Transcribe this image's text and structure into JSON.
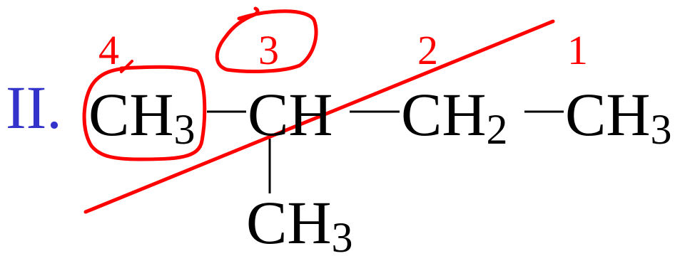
{
  "label": "II.",
  "chain": [
    {
      "main": "CH",
      "sub": "3"
    },
    {
      "main": "CH",
      "sub": ""
    },
    {
      "main": "CH",
      "sub": "2"
    },
    {
      "main": "CH",
      "sub": "3"
    }
  ],
  "branch": {
    "main": "CH",
    "sub": "3"
  },
  "bond_symbol": "—",
  "annotations": {
    "numbers": [
      "4",
      "3",
      "2",
      "1"
    ]
  },
  "colors": {
    "label": "#3333cc",
    "structure": "#000000",
    "annotation": "#ff0000"
  }
}
